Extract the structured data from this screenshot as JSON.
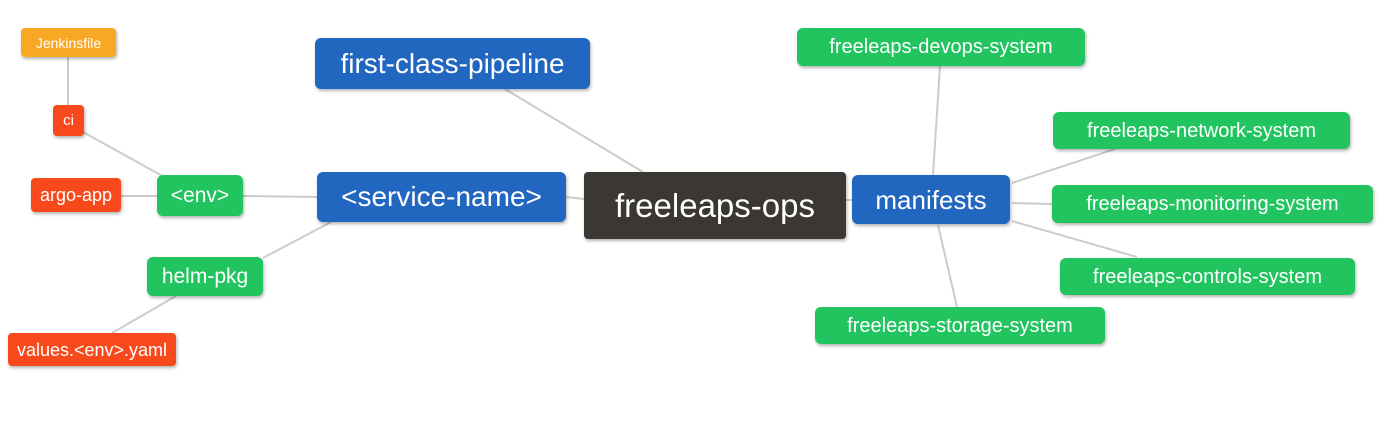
{
  "diagram": {
    "type": "mindmap",
    "background": "#ffffff",
    "edge_color": "#cccccc",
    "colors": {
      "root": "#3b3733",
      "branch": "#2166bf",
      "leaf": "#21c45f",
      "file": "#f8491c",
      "jenkins": "#f9a825"
    },
    "nodes": [
      {
        "id": "jenkinsfile",
        "label": "Jenkinsfile",
        "color": "#f9a825"
      },
      {
        "id": "ci",
        "label": "ci",
        "color": "#f8491c"
      },
      {
        "id": "argo-app",
        "label": "argo-app",
        "color": "#f8491c"
      },
      {
        "id": "env",
        "label": "<env>",
        "color": "#21c45f"
      },
      {
        "id": "helm-pkg",
        "label": "helm-pkg",
        "color": "#21c45f"
      },
      {
        "id": "values-env-yaml",
        "label": "values.<env>.yaml",
        "color": "#f8491c"
      },
      {
        "id": "first-class-pipeline",
        "label": "first-class-pipeline",
        "color": "#2166bf"
      },
      {
        "id": "service-name",
        "label": "<service-name>",
        "color": "#2166bf"
      },
      {
        "id": "freeleaps-ops",
        "label": "freeleaps-ops",
        "color": "#3b3733"
      },
      {
        "id": "manifests",
        "label": "manifests",
        "color": "#2166bf"
      },
      {
        "id": "freeleaps-devops-system",
        "label": "freeleaps-devops-system",
        "color": "#21c45f"
      },
      {
        "id": "freeleaps-network-system",
        "label": "freeleaps-network-system",
        "color": "#21c45f"
      },
      {
        "id": "freeleaps-monitoring-system",
        "label": "freeleaps-monitoring-system",
        "color": "#21c45f"
      },
      {
        "id": "freeleaps-controls-system",
        "label": "freeleaps-controls-system",
        "color": "#21c45f"
      },
      {
        "id": "freeleaps-storage-system",
        "label": "freeleaps-storage-system",
        "color": "#21c45f"
      }
    ],
    "edges": [
      [
        "jenkinsfile",
        "ci"
      ],
      [
        "ci",
        "env"
      ],
      [
        "argo-app",
        "env"
      ],
      [
        "env",
        "service-name"
      ],
      [
        "helm-pkg",
        "service-name"
      ],
      [
        "values-env-yaml",
        "helm-pkg"
      ],
      [
        "first-class-pipeline",
        "freeleaps-ops"
      ],
      [
        "service-name",
        "freeleaps-ops"
      ],
      [
        "freeleaps-ops",
        "manifests"
      ],
      [
        "manifests",
        "freeleaps-devops-system"
      ],
      [
        "manifests",
        "freeleaps-network-system"
      ],
      [
        "manifests",
        "freeleaps-monitoring-system"
      ],
      [
        "manifests",
        "freeleaps-controls-system"
      ],
      [
        "manifests",
        "freeleaps-storage-system"
      ]
    ]
  }
}
